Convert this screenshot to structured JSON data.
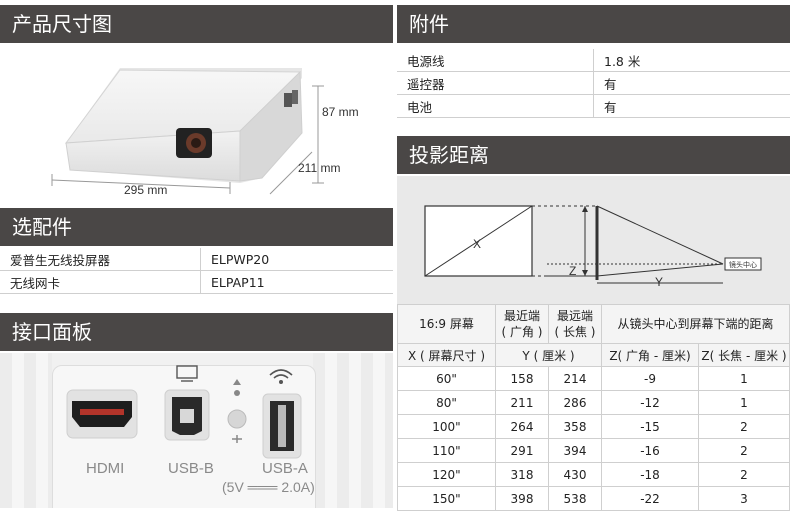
{
  "sections": {
    "size": "产品尺寸图",
    "accessories": "附件",
    "distance": "投影距离",
    "options": "选配件",
    "interface": "接口面板"
  },
  "dimensions": {
    "height": "87 mm",
    "depth": "211 mm",
    "width": "295 mm"
  },
  "accessories": [
    {
      "name": "电源线",
      "value": "1.8 米"
    },
    {
      "name": "遥控器",
      "value": "有"
    },
    {
      "name": "电池",
      "value": "有"
    }
  ],
  "options": [
    {
      "name": "爱普生无线投屏器",
      "model": "ELPWP20"
    },
    {
      "name": "无线网卡",
      "model": "ELPAP11"
    }
  ],
  "diagram": {
    "x": "X",
    "y": "Y",
    "z": "Z",
    "lens": "镜头中心"
  },
  "distance_table": {
    "h1": [
      "16:9 屏幕",
      "最近端\n( 广角 )",
      "最远端\n( 长焦 )",
      "从镜头中心到屏幕下端的距离"
    ],
    "h2": [
      "X ( 屏幕尺寸 )",
      "Y ( 厘米 )",
      "Z( 广角 - 厘米)",
      "Z( 长焦 - 厘米 )"
    ],
    "rows": [
      [
        "60\"",
        "158",
        "214",
        "-9",
        "1"
      ],
      [
        "80\"",
        "211",
        "286",
        "-12",
        "1"
      ],
      [
        "100\"",
        "264",
        "358",
        "-15",
        "2"
      ],
      [
        "110\"",
        "291",
        "394",
        "-16",
        "2"
      ],
      [
        "120\"",
        "318",
        "430",
        "-18",
        "2"
      ],
      [
        "150\"",
        "398",
        "538",
        "-22",
        "3"
      ]
    ]
  },
  "ports": {
    "hdmi": "HDMI",
    "usbb": "USB-B",
    "usba": "USB-A",
    "usba_spec": "(5V ═══ 2.0A)"
  }
}
